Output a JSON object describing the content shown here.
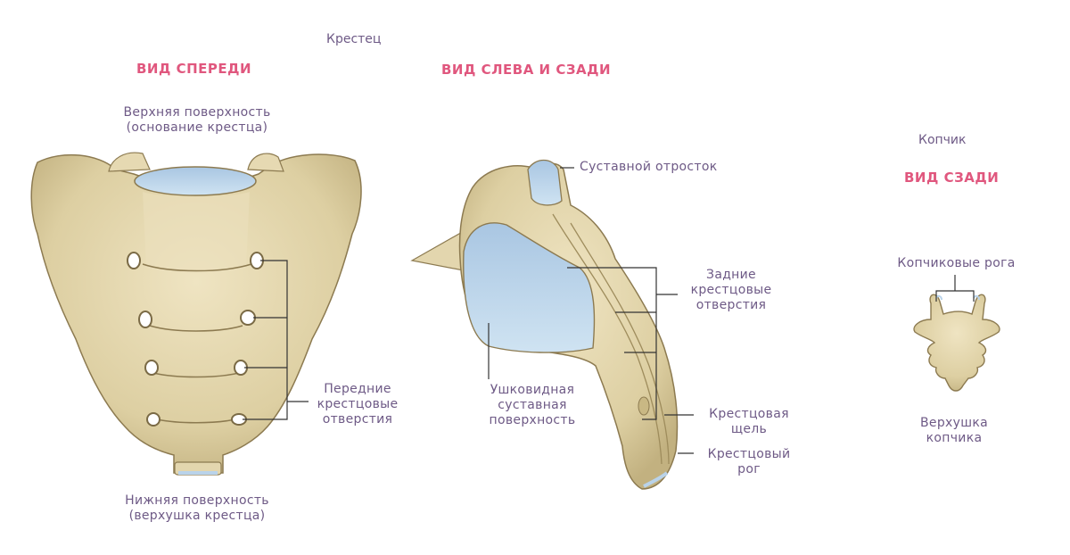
{
  "titles": {
    "sacrum": "Крестец",
    "coccyx": "Копчик"
  },
  "views": {
    "front": "ВИД СПЕРЕДИ",
    "left_back": "ВИД СЛЕВА И СЗАДИ",
    "back": "ВИД СЗАДИ"
  },
  "labels": {
    "upper_surface": [
      "Верхняя поверхность",
      "(основание крестца)"
    ],
    "lower_surface": [
      "Нижняя поверхность",
      "(верхушка крестца)"
    ],
    "anterior_foramina": [
      "Передние",
      "крестцовые",
      "отверстия"
    ],
    "articular_process": "Суставной отросток",
    "posterior_foramina": [
      "Задние",
      "крестцовые",
      "отверстия"
    ],
    "auricular_surface": [
      "Ушковидная",
      "суставная",
      "поверхность"
    ],
    "sacral_hiatus": [
      "Крестцовая",
      "щель"
    ],
    "sacral_horn": [
      "Крестцовый",
      "рог"
    ],
    "coccygeal_horns": "Копчиковые рога",
    "coccyx_apex": [
      "Верхушка",
      "копчика"
    ]
  },
  "colors": {
    "bone": "#e3d6ae",
    "bone_shadow": "#b9a876",
    "bone_outline": "#8c7a50",
    "cartilage": "#b9d3ea",
    "label_text": "#6e5a86",
    "view_heading": "#e0577e",
    "leader_line": "#333333"
  }
}
